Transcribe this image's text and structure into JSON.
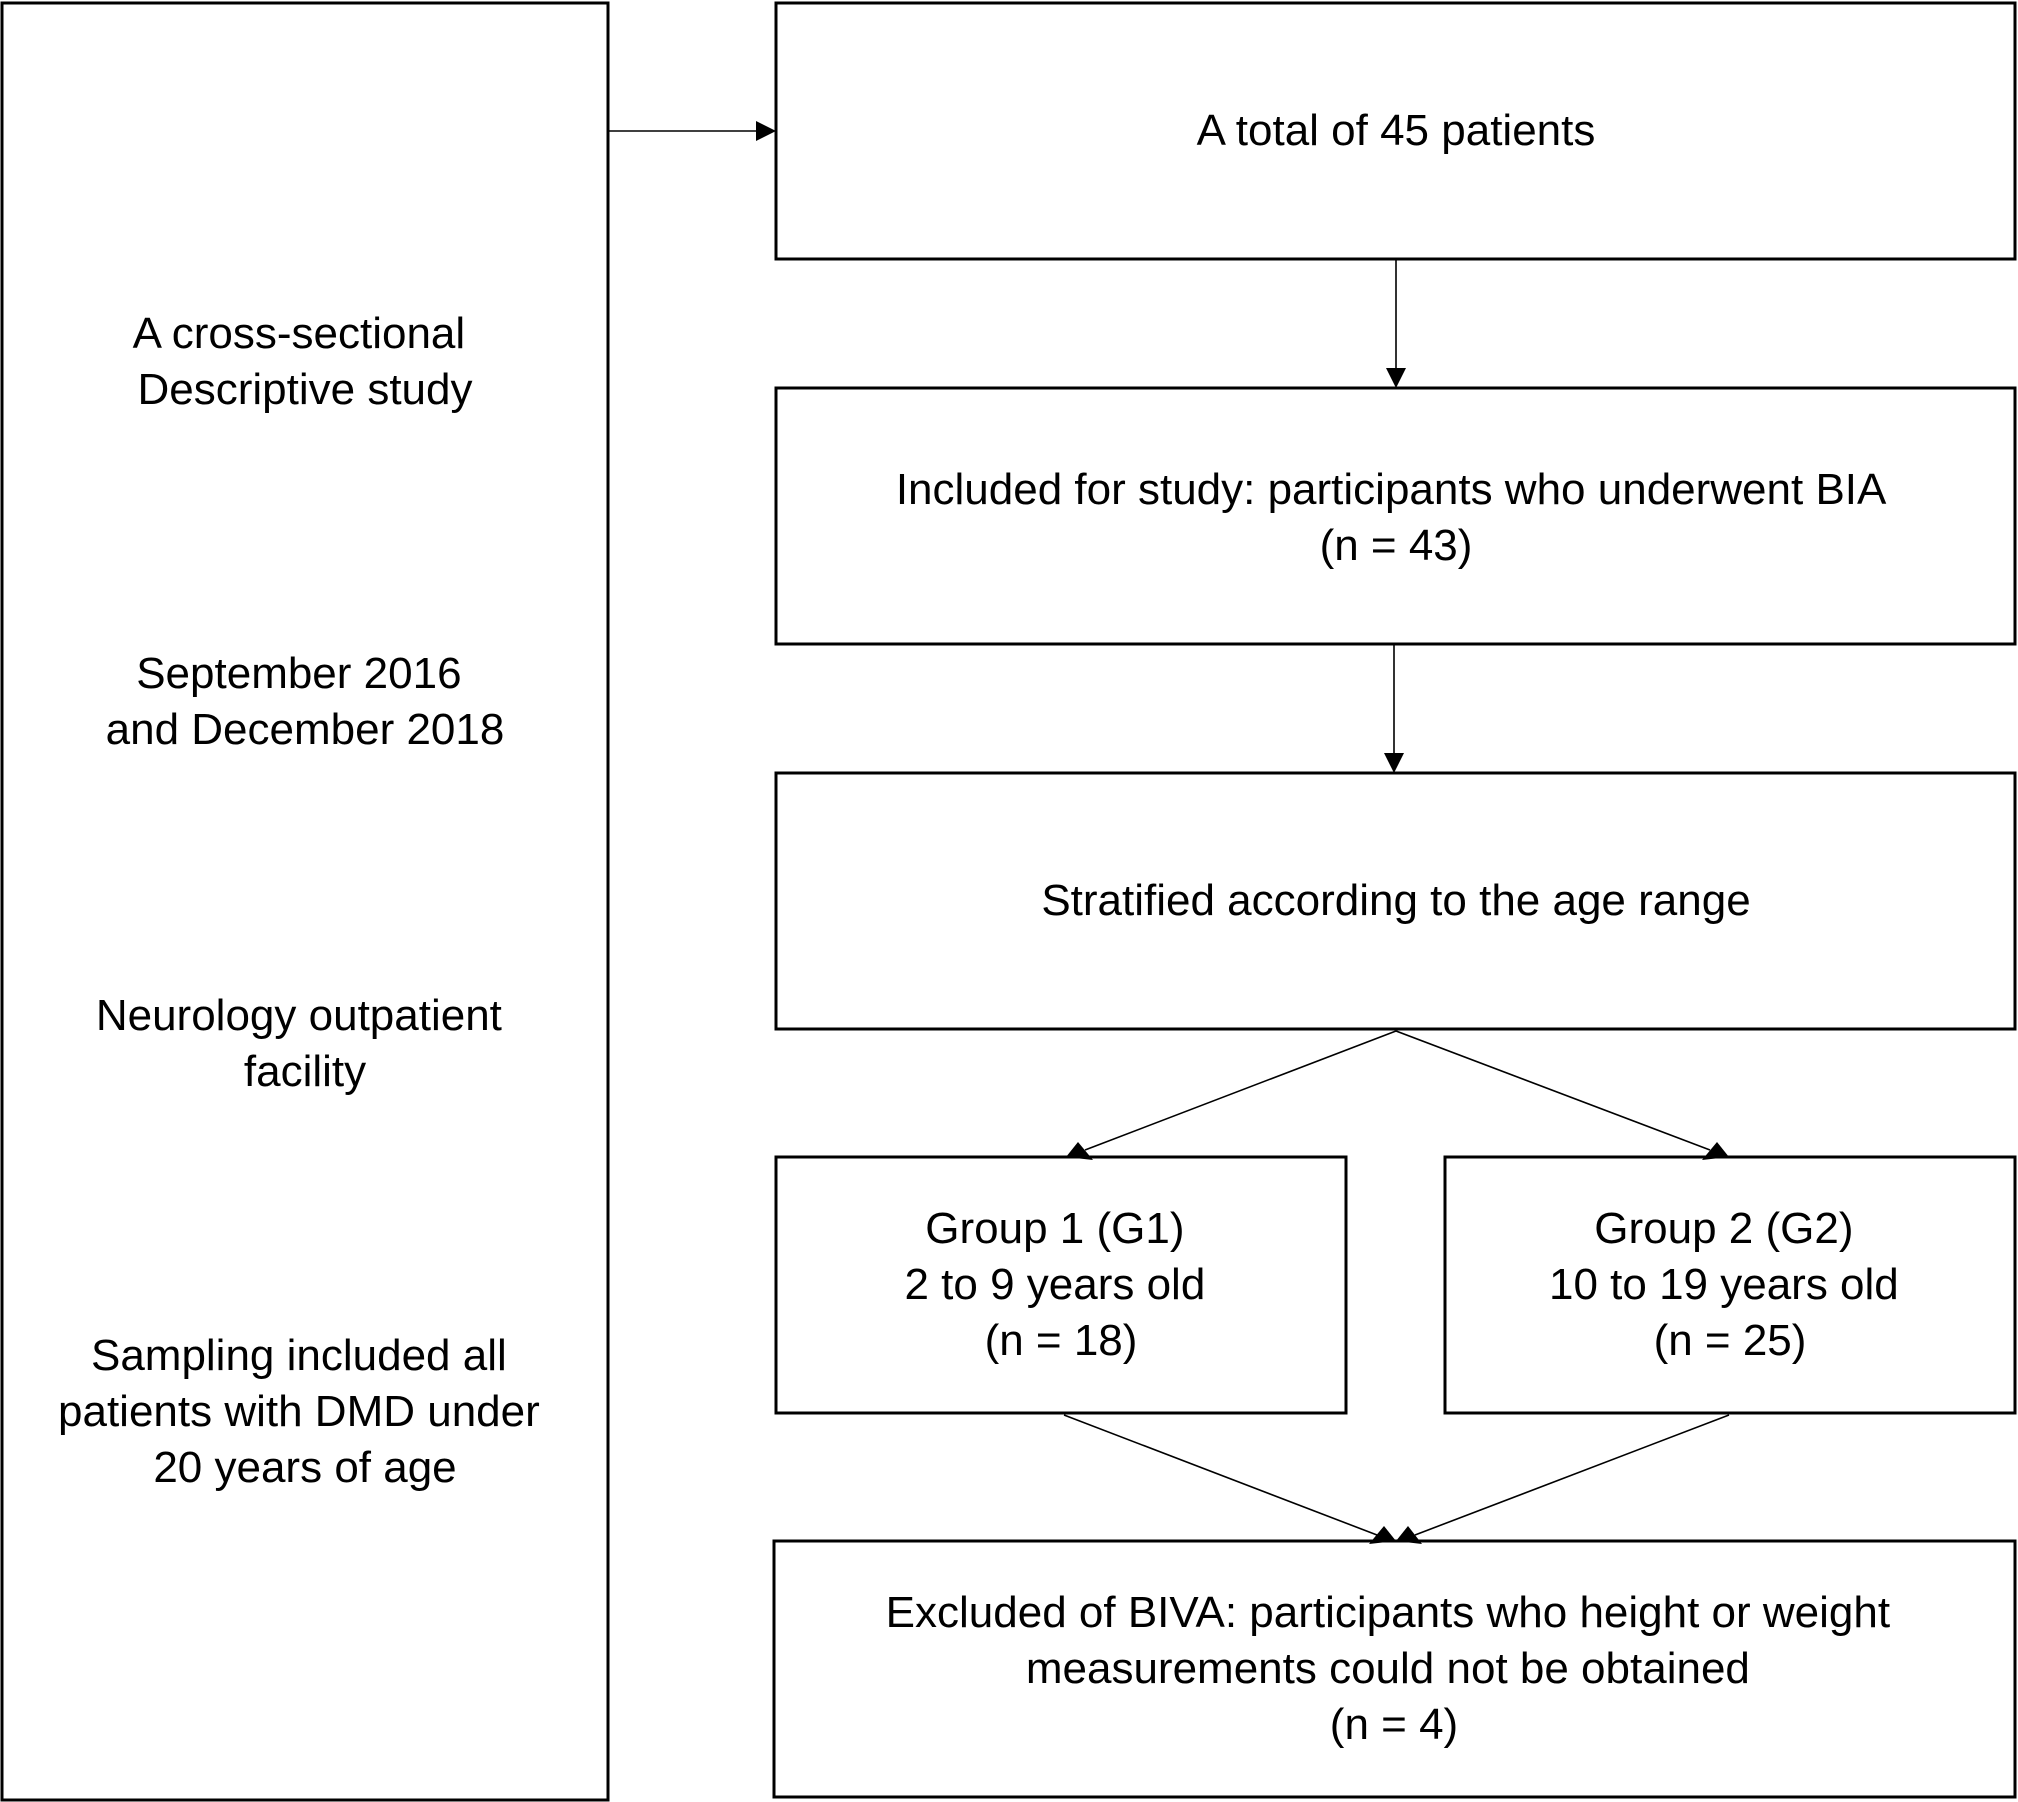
{
  "study_info": {
    "design_lines": [
      "A cross-sectional",
      "Descriptive study"
    ],
    "period_lines": [
      "September 2016",
      "and December 2018"
    ],
    "setting_lines": [
      "Neurology outpatient",
      "facility"
    ],
    "sampling_lines": [
      "Sampling included all",
      "patients with DMD under",
      "20 years of age"
    ]
  },
  "flow": {
    "total_lines": [
      "A total of 45 patients"
    ],
    "included_lines": [
      "Included for study: participants who underwent BIA",
      "(n = 43)"
    ],
    "stratified_lines": [
      "Stratified according to the age range"
    ],
    "group1_lines": [
      "Group 1 (G1)",
      "2 to 9 years old",
      "(n = 18)"
    ],
    "group2_lines": [
      "Group 2 (G2)",
      "10 to 19 years old",
      "(n = 25)"
    ],
    "excluded_lines": [
      "Excluded of BIVA: participants who height or weight",
      "measurements could not be obtained",
      "(n = 4)"
    ]
  },
  "colors": {
    "stroke": "#000000",
    "background": "#ffffff",
    "text": "#000000"
  }
}
